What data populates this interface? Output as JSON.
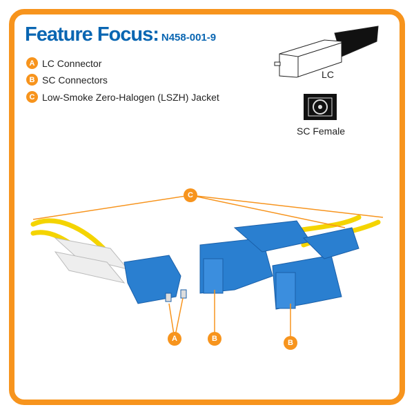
{
  "header": {
    "title": "Feature Focus:",
    "model": "N458-001-9"
  },
  "features": [
    {
      "badge": "A",
      "label": "LC Connector"
    },
    {
      "badge": "B",
      "label": "SC Connectors"
    },
    {
      "badge": "C",
      "label": "Low-Smoke Zero-Halogen (LSZH) Jacket"
    }
  ],
  "diagrams": {
    "lc_caption": "LC",
    "sc_caption": "SC Female"
  },
  "callouts": {
    "a": "A",
    "b1": "B",
    "b2": "B",
    "c": "C"
  },
  "colors": {
    "accent": "#f7941d",
    "brand": "#0a66b2",
    "cable": "#f4d400",
    "connector": "#2a7fd0"
  }
}
